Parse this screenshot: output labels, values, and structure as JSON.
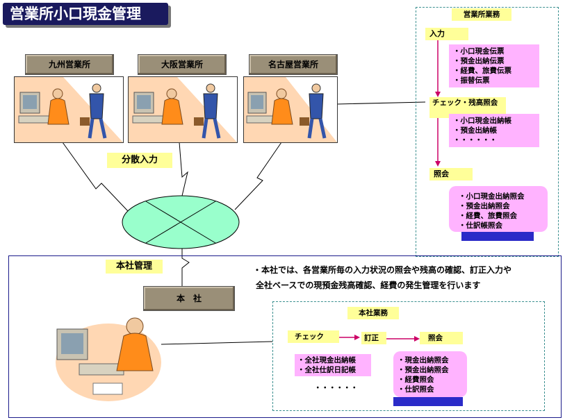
{
  "title": "営業所小口現金管理",
  "offices": [
    {
      "label": "九州営業所"
    },
    {
      "label": "大阪営業所"
    },
    {
      "label": "名古屋営業所"
    }
  ],
  "distributed_input": "分散入力",
  "hq_management": "本社管理",
  "hq_label": "本　社",
  "office_panel": {
    "title": "営業所業務",
    "input_label": "入力",
    "input_items": [
      "・小口現金伝票",
      "・預金出納伝票",
      "・経費、旅費伝票",
      "・振替伝票"
    ],
    "check_label": "チェック・残高照会",
    "check_items": [
      "・小口現金出納帳",
      "・預金出納帳",
      "・・・・・・"
    ],
    "inquiry_label": "照会",
    "inquiry_items": [
      "・小口現金出納照会",
      "・預金出納照会",
      "・経費、旅費照会",
      "・仕訳帳照会"
    ]
  },
  "hq_note": {
    "line1": "・本社では、各営業所毎の入力状況の照会や残高の確認、訂正入力や",
    "line2": "全社ベースでの現預金残高確認、経費の発生管理を行います"
  },
  "hq_panel": {
    "title": "本社業務",
    "check_label": "チェック",
    "fix_label": "訂正",
    "inquiry_label": "照会",
    "left_items": [
      "・全社現金出納帳",
      "・全社仕訳日記帳",
      "・・・・・・"
    ],
    "right_items": [
      "・現金出納照会",
      "・預金出納照会",
      "・経費照会",
      "・仕訳照会"
    ]
  },
  "colors": {
    "title_bg": "#1a1a5e",
    "network_ellipse": "#99ffcc",
    "label_yellow": "#ffff99",
    "list_pink": "#ffb3ff",
    "arrow_magenta": "#cc0066",
    "frame_teal_dashed": "#3a8f8f",
    "frame_blue": "#1a1a8a"
  }
}
